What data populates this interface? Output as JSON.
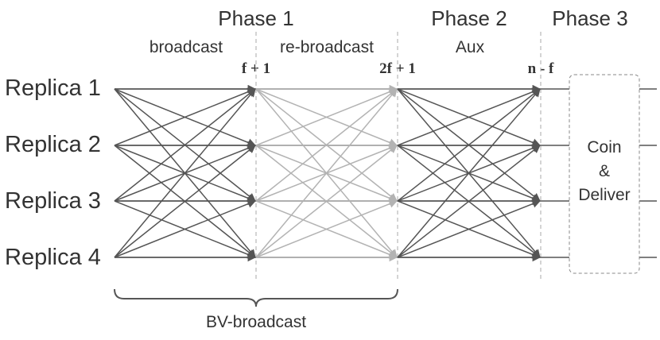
{
  "phases": [
    {
      "label": "Phase 1"
    },
    {
      "label": "Phase 2"
    },
    {
      "label": "Phase 3"
    }
  ],
  "sublabels": {
    "broadcast": "broadcast",
    "rebroadcast": "re-broadcast",
    "aux": "Aux"
  },
  "thresholds": {
    "t1": "f + 1",
    "t2": "2f + 1",
    "t3": "n - f"
  },
  "replicas": [
    "Replica 1",
    "Replica 2",
    "Replica 3",
    "Replica 4"
  ],
  "box": {
    "line1": "Coin",
    "line2": "&",
    "line3": "Deliver"
  },
  "brace_label": "BV-broadcast",
  "colors": {
    "dark": "#555555",
    "light": "#b3b3b3",
    "text": "#333333",
    "dashed": "#a8a8a8"
  }
}
